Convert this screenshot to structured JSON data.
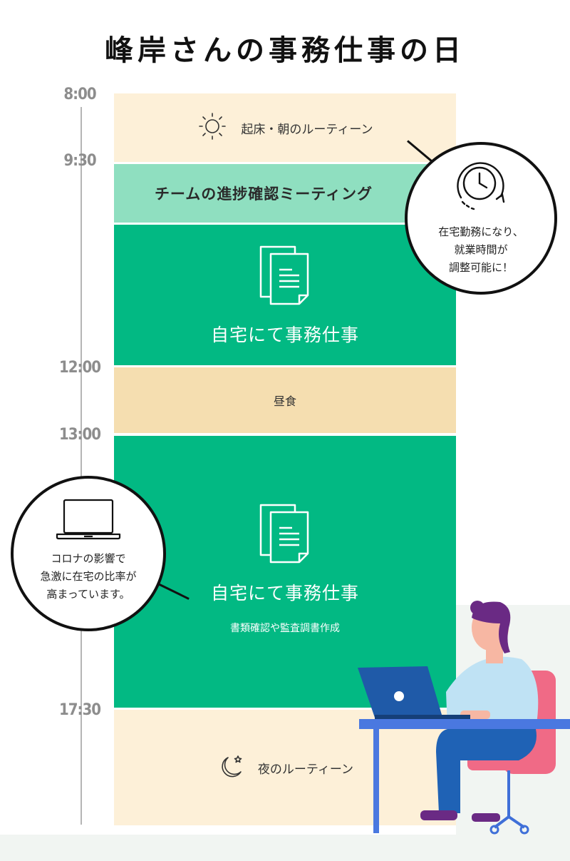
{
  "title": "峰岸さんの事務仕事の日",
  "times": [
    "8:00",
    "9:30",
    "12:00",
    "13:00",
    "17:30"
  ],
  "blocks": {
    "morning": {
      "label": "起床・朝のルーティーン",
      "icon": "sun-icon"
    },
    "meeting": {
      "label": "チームの進捗確認ミーティング"
    },
    "work1": {
      "label": "自宅にて事務仕事",
      "icon": "document-icon"
    },
    "lunch": {
      "label": "昼食"
    },
    "work2": {
      "label": "自宅にて事務仕事",
      "sub": "書類確認や監査調書作成",
      "icon": "document-icon"
    },
    "night": {
      "label": "夜のルーティーン",
      "icon": "moon-icon"
    }
  },
  "bubbles": {
    "right": {
      "lines": [
        "在宅勤務になり、",
        "就業時間が",
        "調整可能に！"
      ],
      "icon": "clock-icon"
    },
    "left": {
      "lines": [
        "コロナの影響で",
        "急激に在宅の比率が",
        "高まっています。"
      ],
      "icon": "laptop-icon"
    }
  },
  "colors": {
    "work": "#02b983",
    "meeting": "#8fdfc0",
    "routine": "#fdf0d8",
    "lunch": "#f5deb0"
  }
}
